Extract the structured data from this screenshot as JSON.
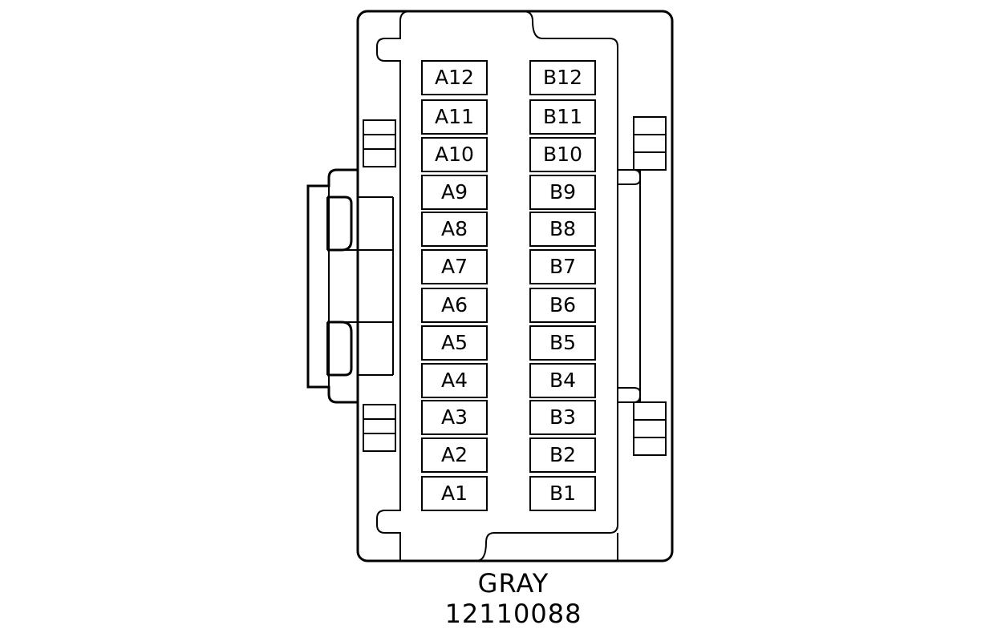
{
  "connector": {
    "color": "GRAY",
    "part_number": "12110088",
    "pin_rows": [
      {
        "a": "A12",
        "b": "B12"
      },
      {
        "a": "A11",
        "b": "B11"
      },
      {
        "a": "A10",
        "b": "B10"
      },
      {
        "a": "A9",
        "b": "B9"
      },
      {
        "a": "A8",
        "b": "B8"
      },
      {
        "a": "A7",
        "b": "B7"
      },
      {
        "a": "A6",
        "b": "B6"
      },
      {
        "a": "A5",
        "b": "B5"
      },
      {
        "a": "A4",
        "b": "B4"
      },
      {
        "a": "A3",
        "b": "B3"
      },
      {
        "a": "A2",
        "b": "B2"
      },
      {
        "a": "A1",
        "b": "B1"
      }
    ]
  }
}
